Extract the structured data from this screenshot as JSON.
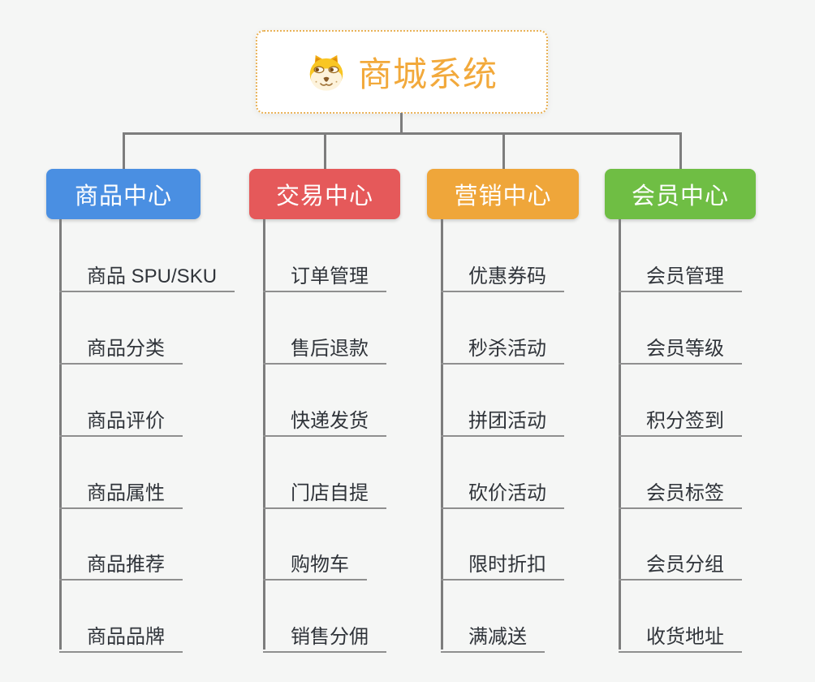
{
  "root": {
    "label": "商城系统",
    "icon": "shiba-dog-icon",
    "text_color": "#f2a93b",
    "border_color": "#e9b257"
  },
  "branches": [
    {
      "label": "商品中心",
      "color": "#4a8fe2",
      "children": [
        "商品 SPU/SKU",
        "商品分类",
        "商品评价",
        "商品属性",
        "商品推荐",
        "商品品牌"
      ]
    },
    {
      "label": "交易中心",
      "color": "#e5595a",
      "children": [
        "订单管理",
        "售后退款",
        "快递发货",
        "门店自提",
        "购物车",
        "销售分佣"
      ]
    },
    {
      "label": "营销中心",
      "color": "#efa63a",
      "children": [
        "优惠券码",
        "秒杀活动",
        "拼团活动",
        "砍价活动",
        "限时折扣",
        "满减送"
      ]
    },
    {
      "label": "会员中心",
      "color": "#6fbe44",
      "children": [
        "会员管理",
        "会员等级",
        "积分签到",
        "会员标签",
        "会员分组",
        "收货地址"
      ]
    }
  ],
  "colors": {
    "background": "#f5f6f5",
    "connector": "#7d7d7d",
    "leaf_underline": "#8f8f8f",
    "leaf_text": "#30343a",
    "header_text": "#ffffff",
    "root_background": "#ffffff"
  }
}
